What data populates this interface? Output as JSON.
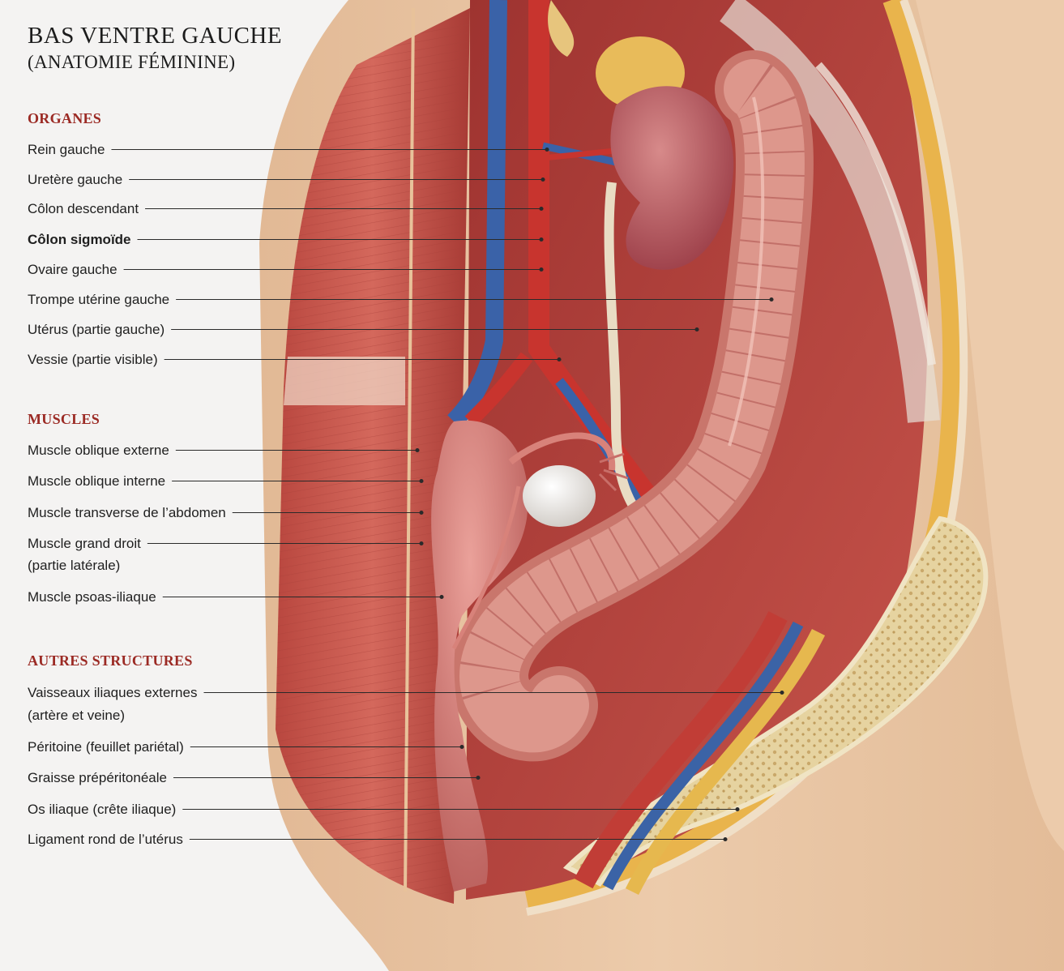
{
  "title": "BAS VENTRE GAUCHE",
  "subtitle": "(ANATOMIE FÉMININE)",
  "sections": {
    "organes": {
      "heading": "ORGANES",
      "labels": [
        "Rein gauche",
        "Uretère gauche",
        "Côlon descendant",
        "Côlon sigmoïde",
        "Ovaire gauche",
        "Trompe utérine gauche",
        "Utérus (partie gauche)",
        "Vessie (partie visible)"
      ]
    },
    "muscles": {
      "heading": "MUSCLES",
      "labels": [
        "Muscle oblique externe",
        "Muscle oblique interne",
        "Muscle transverse de l’abdomen",
        "Muscle grand droit",
        "(partie latérale)",
        "Muscle psoas-iliaque"
      ]
    },
    "autres": {
      "heading": "AUTRES STRUCTURES",
      "labels": [
        "Vaisseaux iliaques externes",
        "(artère et veine)",
        "Péritoine (feuillet pariétal)",
        "Graisse prépéritonéale",
        "Os iliaque (crête iliaque)",
        "Ligament rond de l’utérus"
      ]
    },
    "highlighted_label": "Côlon sigmoïde"
  },
  "colors": {
    "background": "#f4f3f2",
    "heading_red": "#9b2a24",
    "skin": "#e9c8a6",
    "muscle": "#c4554e",
    "artery": "#c8342e",
    "vein": "#3a62a8",
    "colon": "#d6877c",
    "kidney": "#b4525a",
    "fat": "#e6b84e",
    "bone": "#e8d7a8"
  }
}
